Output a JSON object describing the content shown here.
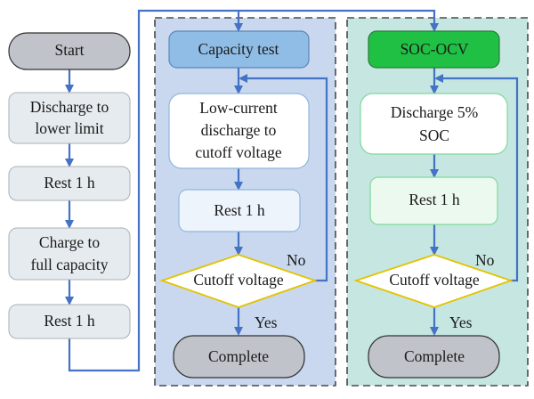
{
  "left_column": {
    "start": "Start",
    "step1": [
      "Discharge to",
      "lower limit"
    ],
    "step2": "Rest 1 h",
    "step3": [
      "Charge to",
      "full capacity"
    ],
    "step4": "Rest 1 h"
  },
  "capacity_panel": {
    "title": "Capacity test",
    "step1": [
      "Low-current",
      "discharge to",
      "cutoff voltage"
    ],
    "step2": "Rest 1 h",
    "decision": "Cutoff voltage",
    "no_label": "No",
    "yes_label": "Yes",
    "end": "Complete"
  },
  "soc_panel": {
    "title": "SOC-OCV",
    "step1": [
      "Discharge 5%",
      "SOC"
    ],
    "step2": "Rest 1 h",
    "decision": "Cutoff voltage",
    "no_label": "No",
    "yes_label": "Yes",
    "end": "Complete"
  },
  "colors": {
    "arrow": "#4472c4",
    "capacity_bg": "#c9d8ef",
    "soc_bg": "#c6e6e2",
    "left_box": "#e6ebef",
    "start_end": "#c0c3c9",
    "capacity_title": "#8fbde6",
    "soc_title": "#1fc043"
  }
}
